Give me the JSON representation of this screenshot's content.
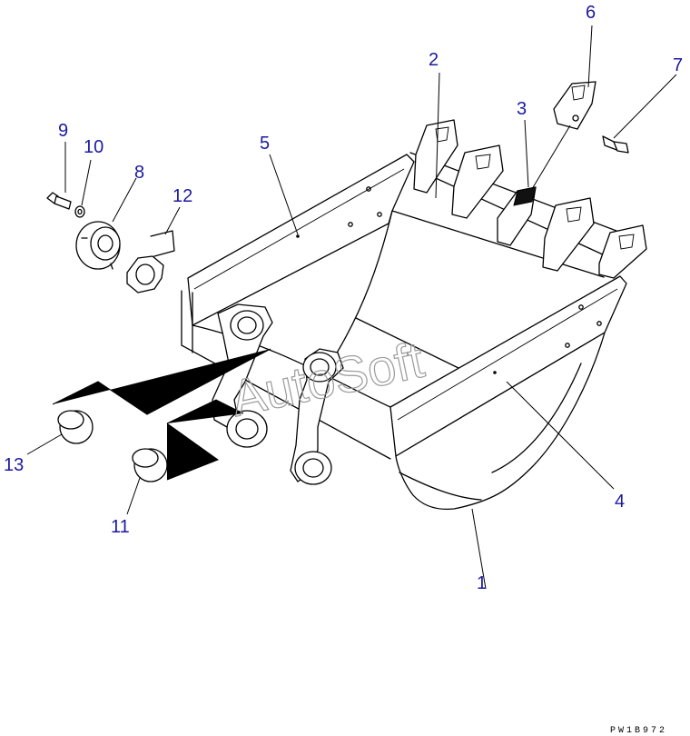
{
  "callouts": [
    {
      "id": "1",
      "part": "bucket"
    },
    {
      "id": "2",
      "part": "tooth-adapter"
    },
    {
      "id": "3",
      "part": "tooth-point"
    },
    {
      "id": "4",
      "part": "side-plate-right"
    },
    {
      "id": "5",
      "part": "side-plate-left"
    },
    {
      "id": "6",
      "part": "tooth-point-separate"
    },
    {
      "id": "7",
      "part": "tooth-pin"
    },
    {
      "id": "8",
      "part": "collar"
    },
    {
      "id": "9",
      "part": "bolt"
    },
    {
      "id": "10",
      "part": "washer"
    },
    {
      "id": "11",
      "part": "bushing"
    },
    {
      "id": "12",
      "part": "shim"
    },
    {
      "id": "13",
      "part": "bushing-small"
    }
  ],
  "watermark": "AutoSoft",
  "drawing_code": "PW1B972",
  "colors": {
    "callout": "#1a1aa0",
    "line": "#000000",
    "watermark": "#9a9a9a"
  }
}
